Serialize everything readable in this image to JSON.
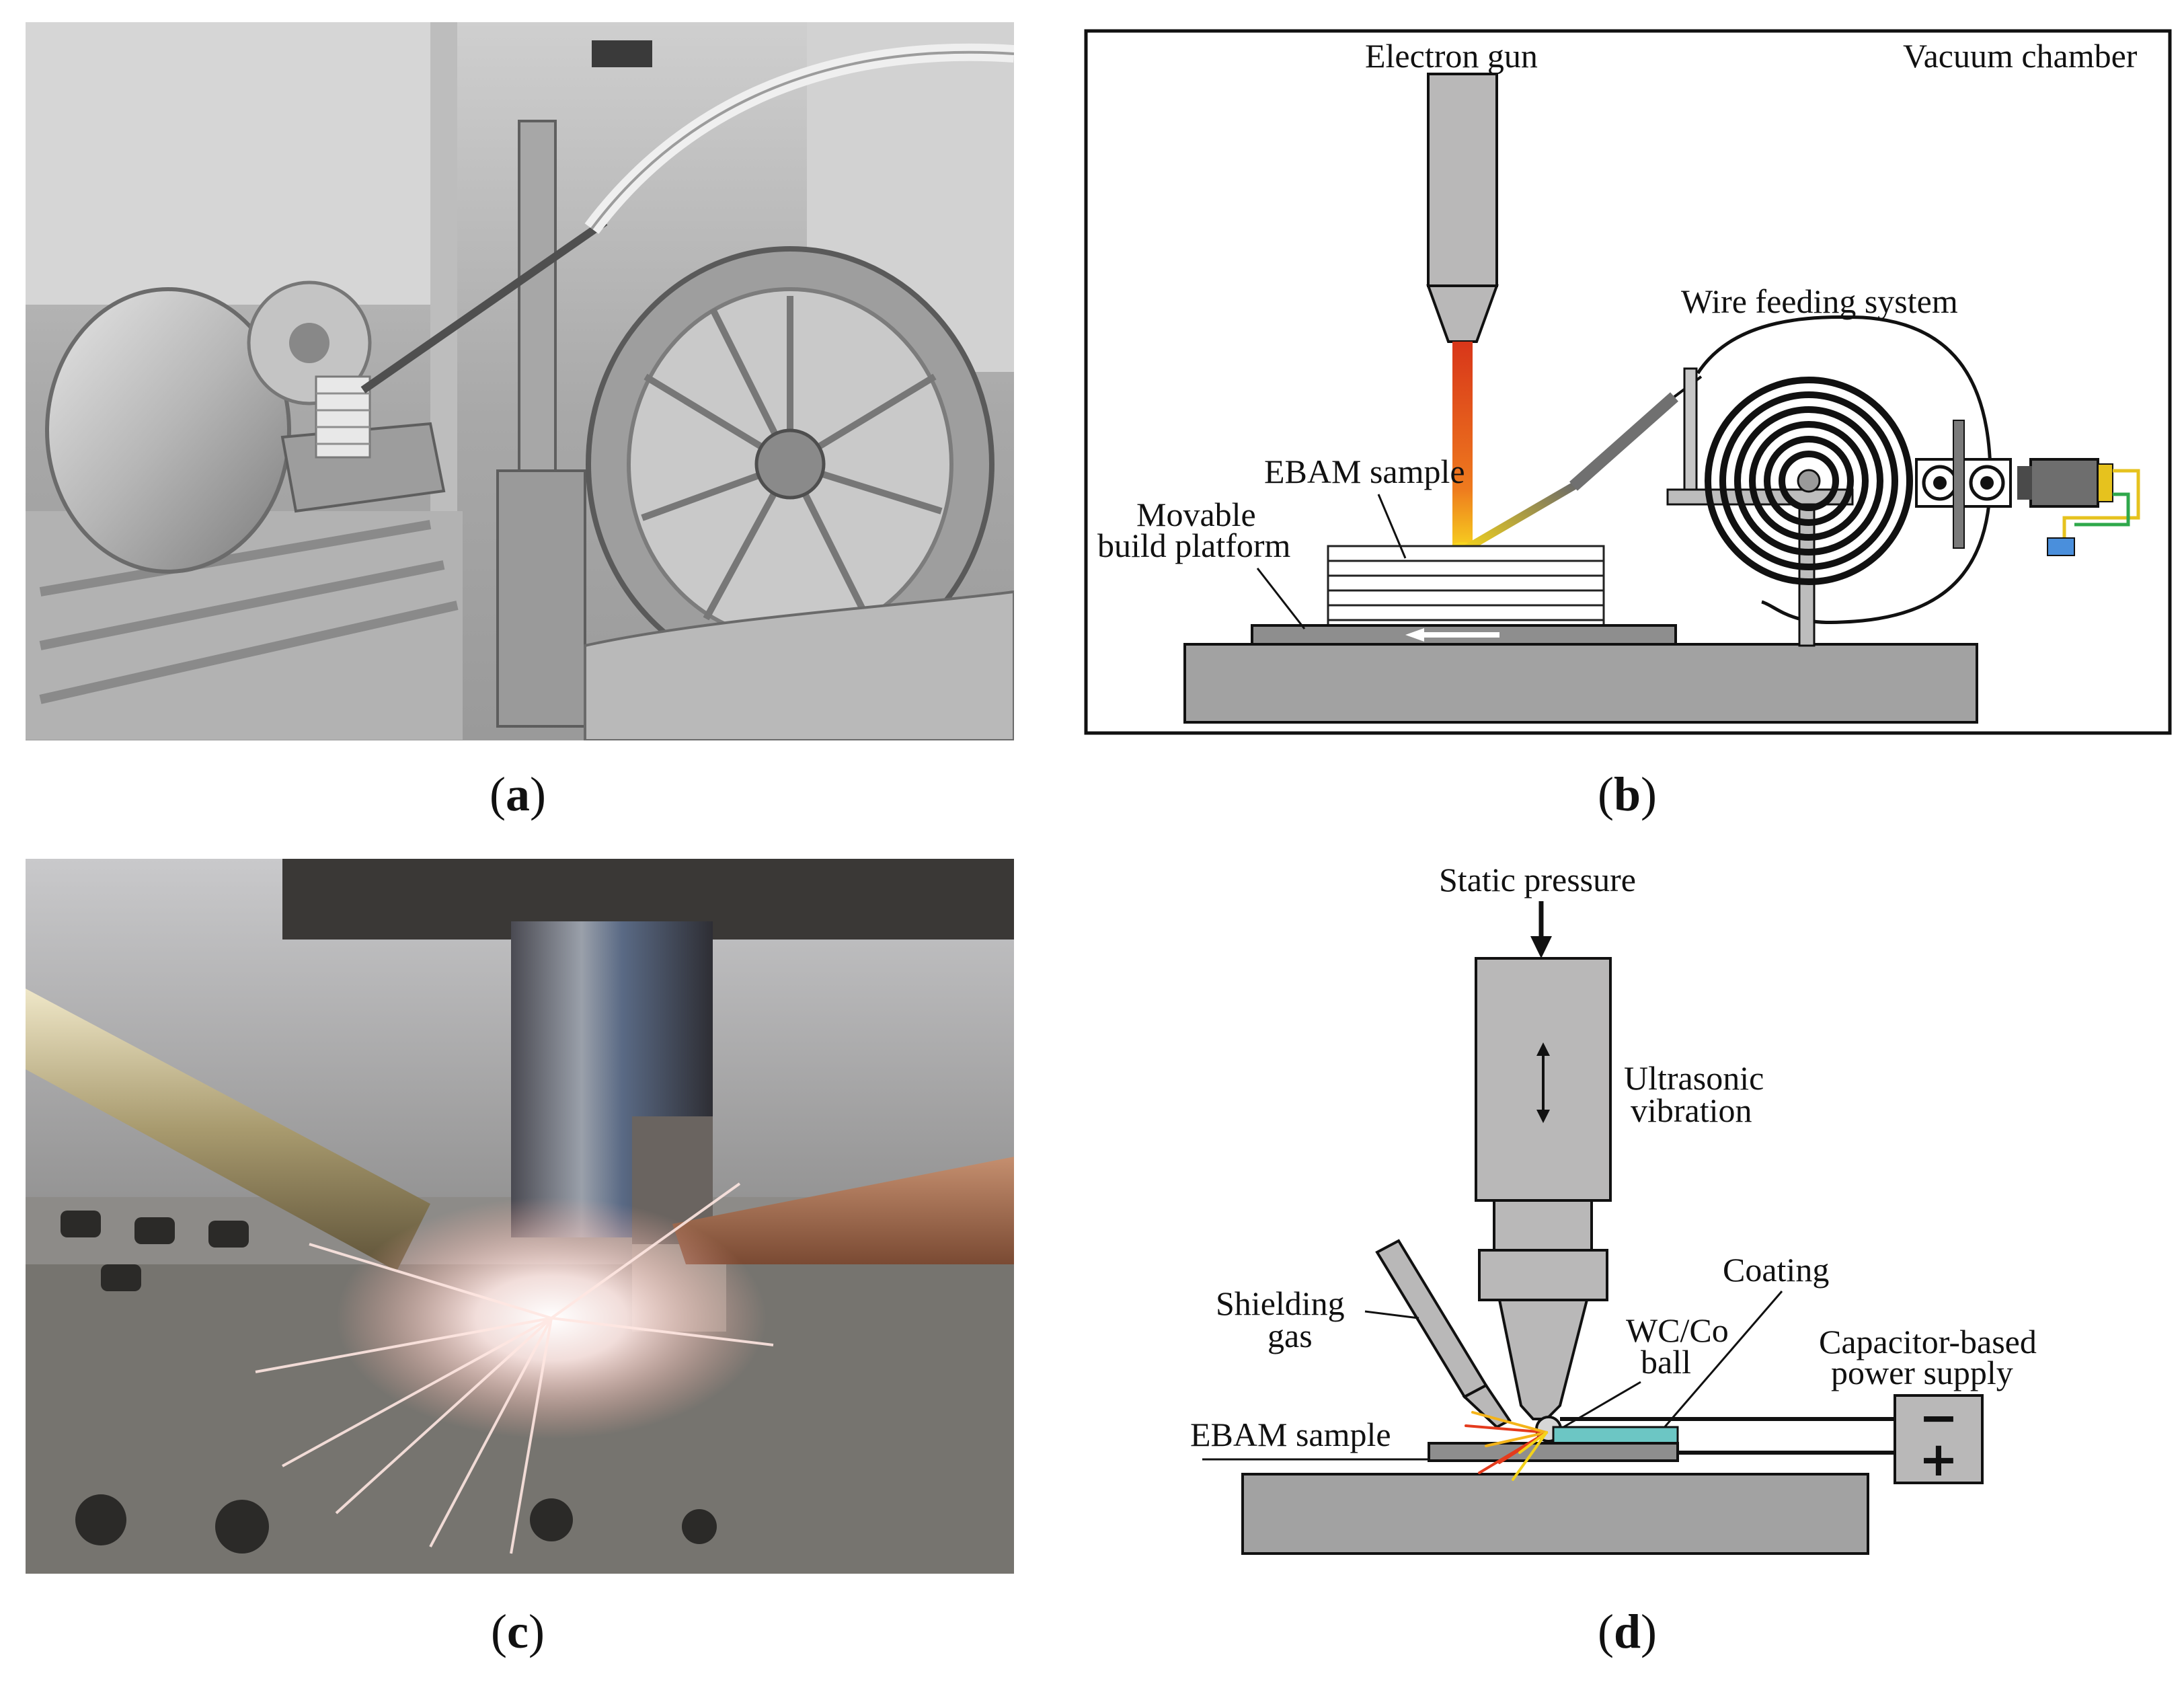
{
  "panels": {
    "a": {
      "caption_letter": "a"
    },
    "b": {
      "caption_letter": "b",
      "labels": {
        "electron_gun": "Electron gun",
        "vacuum_chamber": "Vacuum chamber",
        "wire_feeding_system": "Wire feeding system",
        "ebam_sample": "EBAM sample",
        "movable_line1": "Movable",
        "movable_line2": "build platform"
      }
    },
    "c": {
      "caption_letter": "c"
    },
    "d": {
      "caption_letter": "d",
      "labels": {
        "static_pressure": "Static pressure",
        "ultrasonic_line1": "Ultrasonic",
        "ultrasonic_line2": "vibration",
        "coating": "Coating",
        "shielding_line1": "Shielding",
        "shielding_line2": "gas",
        "wcco_line1": "WC/Co",
        "wcco_line2": "ball",
        "capacitor_line1": "Capacitor-based",
        "capacitor_line2": "power supply",
        "ebam_sample": "EBAM sample",
        "minus_sign": "−",
        "plus_sign": "+"
      }
    }
  },
  "colors": {
    "frame": "#111111",
    "machine_grey": "#b8b7b7",
    "platform_grey": "#9a9a9a",
    "beam_red": "#d83a1a",
    "beam_yellow": "#f5d21e",
    "coating_teal": "#6cc6c4",
    "photo_metal": "#a9a9a9"
  }
}
